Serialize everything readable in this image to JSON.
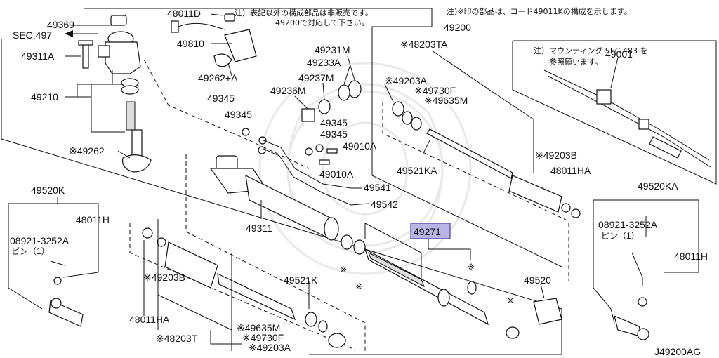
{
  "colors": {
    "ink": "#111111",
    "highlight": "#b8b4e6",
    "highlight_border": "#4a3fa8"
  },
  "notes": {
    "top_left_1": "注）表記以外の構成部品は非販売です。",
    "top_left_2": "49200で対応して下さい。",
    "top_right": "注)※印の部品は、コード49011Kの構成を示します。",
    "mounting_1": "注）マウンティング SEC.483 を",
    "mounting_2": "参照願います。"
  },
  "labels": {
    "p49369": "49369",
    "sec497": "SEC.497",
    "p49311A": "49311A",
    "p49210": "49210",
    "p49262": "※49262",
    "p48011D": "48011D",
    "p49810": "49810",
    "p49262A": "49262+A",
    "p49231M": "49231M",
    "p49233A": "49233A",
    "p49237M": "49237M",
    "p49236M": "49236M",
    "p49345a": "49345",
    "p49345b": "49345",
    "p49345c": "49345",
    "p49345d": "49345",
    "p49010Aa": "49010A",
    "p49010Ab": "49010A",
    "p49541": "49541",
    "p49542": "49542",
    "p49311": "49311",
    "p49200": "49200",
    "p48203TA": "※48203TA",
    "p49203A_top": "※49203A",
    "p49730F_top": "※49730F",
    "p49635M_top": "※49635M",
    "p49521KA": "49521KA",
    "p49203B_right": "※49203B",
    "p48011HA_right": "48011HA",
    "p49001": "49001",
    "p49520KA": "49520KA",
    "p08921_right": "08921-3252A",
    "pin_right": "ピン（1）",
    "p48011H_right": "48011H",
    "p49271": "49271",
    "p49520": "49520",
    "star_a": "※",
    "star_b": "※",
    "star_c": "※",
    "star_d": "※",
    "p49520K": "49520K",
    "p48011H_left": "48011H",
    "p08921_left": "08921-3252A",
    "pin_left": "ピン（1）",
    "p49203B_left": "※49203B",
    "p49521K": "49521K",
    "p48011HA_left": "48011HA",
    "p49635M_bot": "※49635M",
    "p49730F_bot": "※49730F",
    "p48203T": "※48203T",
    "p49203A_bot": "※49203A",
    "diagram_id": "J49200AG"
  }
}
